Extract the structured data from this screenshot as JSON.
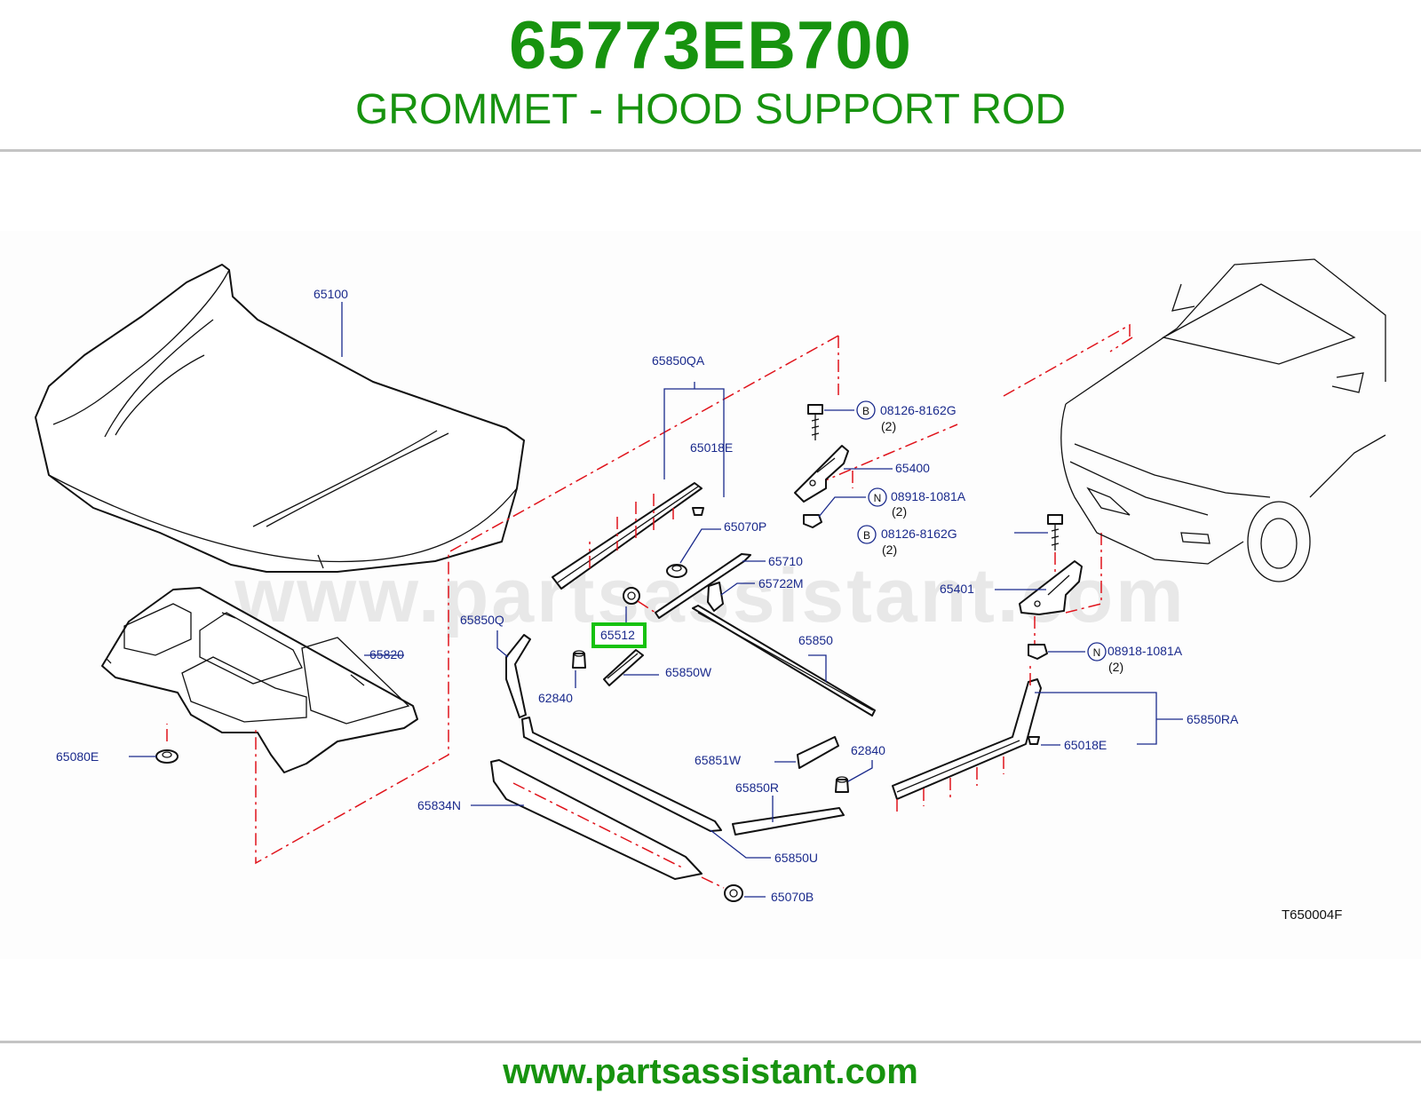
{
  "header": {
    "part_number": "65773EB700",
    "part_name": "GROMMET - HOOD SUPPORT ROD"
  },
  "footer": {
    "url": "www.partsassistant.com"
  },
  "diagram": {
    "watermark": "www.partsassistant.com",
    "figure_code": "T650004F",
    "highlight_color": "#17c20f",
    "callouts": {
      "c_65100": "65100",
      "c_65850QA": "65850QA",
      "c_65018E_a": "65018E",
      "c_65070P": "65070P",
      "c_65710": "65710",
      "c_65722M": "65722M",
      "c_65512": "65512",
      "c_65850W": "65850W",
      "c_65850": "65850",
      "c_62840_a": "62840",
      "c_65850Q": "65850Q",
      "c_65820": "65820",
      "c_65080E": "65080E",
      "c_65834N": "65834N",
      "c_65850U": "65850U",
      "c_65070B": "65070B",
      "c_65851W": "65851W",
      "c_62840_b": "62840",
      "c_65850R": "65850R",
      "c_65400": "65400",
      "c_65401": "65401",
      "c_65850RA": "65850RA",
      "c_65018E_b": "65018E",
      "bolt_1": "08126-8162G",
      "bolt_1_qty": "(2)",
      "nut_1": "08918-1081A",
      "nut_1_qty": "(2)",
      "bolt_2": "08126-8162G",
      "bolt_2_qty": "(2)",
      "nut_2": "08918-1081A",
      "nut_2_qty": "(2)"
    },
    "markers": {
      "bolt_1": "B",
      "nut_1": "N",
      "bolt_2": "B",
      "nut_2": "N"
    }
  }
}
